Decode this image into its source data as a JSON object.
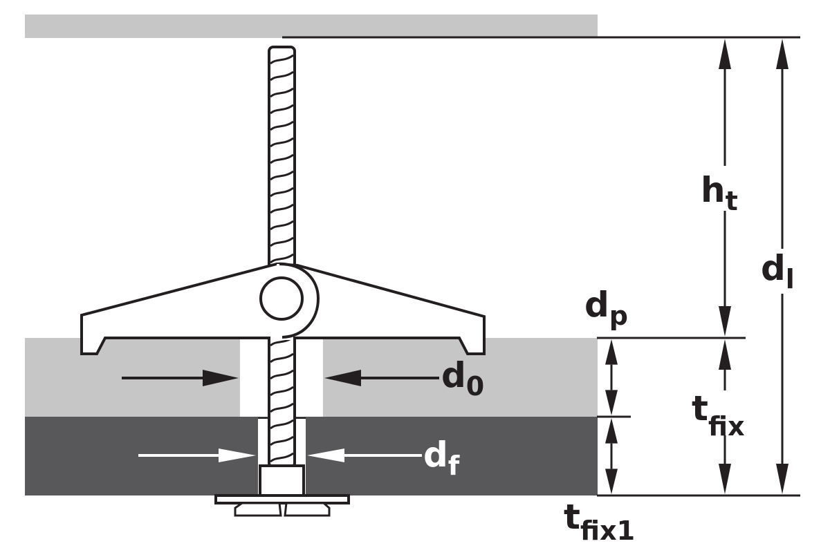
{
  "labels": {
    "ht": {
      "main": "h",
      "sub": "t"
    },
    "dl": {
      "main": "d",
      "sub": "l"
    },
    "dp": {
      "main": "d",
      "sub": "p"
    },
    "d0": {
      "main": "d",
      "sub": "0"
    },
    "tfix": {
      "main": "t",
      "sub": "fix"
    },
    "df": {
      "main": "d",
      "sub": "f"
    },
    "tfix1": {
      "main": "t",
      "sub": "fix1"
    }
  },
  "colors": {
    "ceiling": "#c6c6c6",
    "board": "#c6c6c6",
    "fixture": "#58575a",
    "ink": "#231f20"
  }
}
